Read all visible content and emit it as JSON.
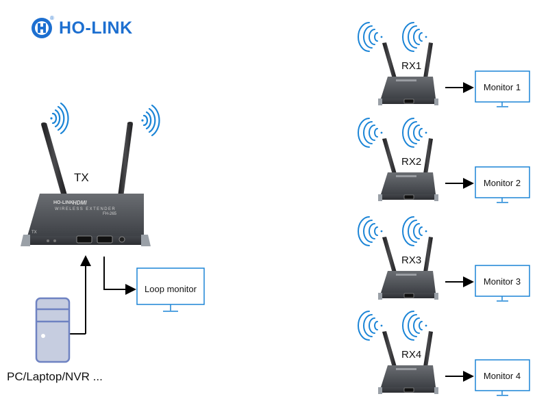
{
  "brand": {
    "name": "HO-LINK",
    "registered": "®",
    "color": "#1d6fd0"
  },
  "transmitter": {
    "label": "TX",
    "device_brand": "HO-LINK",
    "device_title": "HDMI",
    "device_subtitle": "WIRELESS EXTENDER",
    "device_model": "FH-265",
    "corner_mark": "TX"
  },
  "loop_monitor": {
    "label": "Loop monitor"
  },
  "source": {
    "label": "PC/Laptop/NVR ..."
  },
  "receivers": [
    {
      "label": "RX1",
      "monitor": "Monitor 1"
    },
    {
      "label": "RX2",
      "monitor": "Monitor 2"
    },
    {
      "label": "RX3",
      "monitor": "Monitor 3"
    },
    {
      "label": "RX4",
      "monitor": "Monitor 4"
    }
  ],
  "colors": {
    "monitor_outline": "#1a84d6",
    "signal_icon": "#1a84d6",
    "pc_fill": "#c6cde0",
    "pc_outline": "#6e82c2",
    "device_body": "#4a4d52"
  }
}
